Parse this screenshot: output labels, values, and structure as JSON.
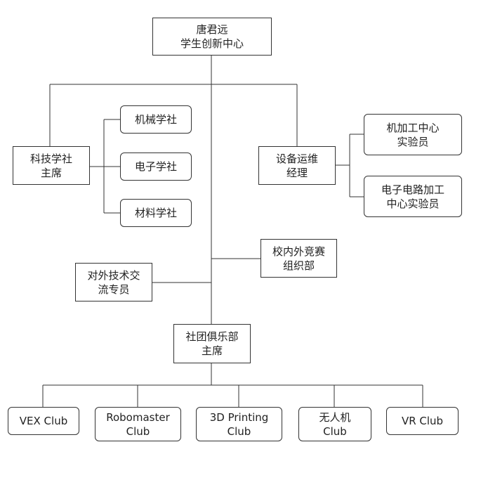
{
  "nodes": {
    "root": {
      "lines": [
        "唐君远",
        "学生创新中心"
      ]
    },
    "tech_society_chair": {
      "lines": [
        "科技学社",
        "主席"
      ]
    },
    "mechanical_society": {
      "lines": [
        "机械学社"
      ]
    },
    "electronics_society": {
      "lines": [
        "电子学社"
      ]
    },
    "materials_society": {
      "lines": [
        "材料学社"
      ]
    },
    "equipment_manager": {
      "lines": [
        "设备运维",
        "经理"
      ]
    },
    "machining_lab_staff": {
      "lines": [
        "机加工中心",
        "实验员"
      ]
    },
    "pcb_lab_staff": {
      "lines": [
        "电子电路加工",
        "中心实验员"
      ]
    },
    "competition_dept": {
      "lines": [
        "校内外竞赛",
        "组织部"
      ]
    },
    "exchange_specialist": {
      "lines": [
        "对外技术交",
        "流专员"
      ]
    },
    "club_dept_chair": {
      "lines": [
        "社团俱乐部",
        "主席"
      ]
    },
    "vex_club": {
      "lines": [
        "VEX Club"
      ]
    },
    "robomaster_club": {
      "lines": [
        "Robomaster",
        "Club"
      ]
    },
    "printing_club": {
      "lines": [
        "3D Printing",
        "Club"
      ]
    },
    "drone_club": {
      "lines": [
        "无人机",
        "Club"
      ]
    },
    "vr_club": {
      "lines": [
        "VR Club"
      ]
    }
  }
}
